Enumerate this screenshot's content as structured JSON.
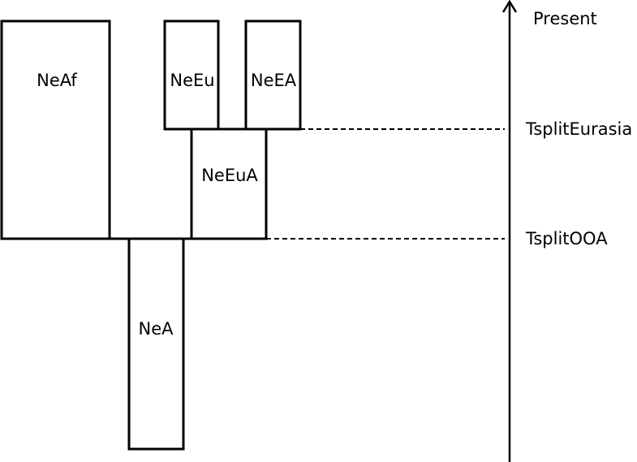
{
  "populations": {
    "africa": "NeAf",
    "europe": "NeEu",
    "east_asia": "NeEA",
    "eurasia": "NeEuA",
    "ancestral": "NeA"
  },
  "time_axis": {
    "present": "Present",
    "split_eurasia": "TsplitEurasia",
    "split_ooa": "TsplitOOA"
  }
}
